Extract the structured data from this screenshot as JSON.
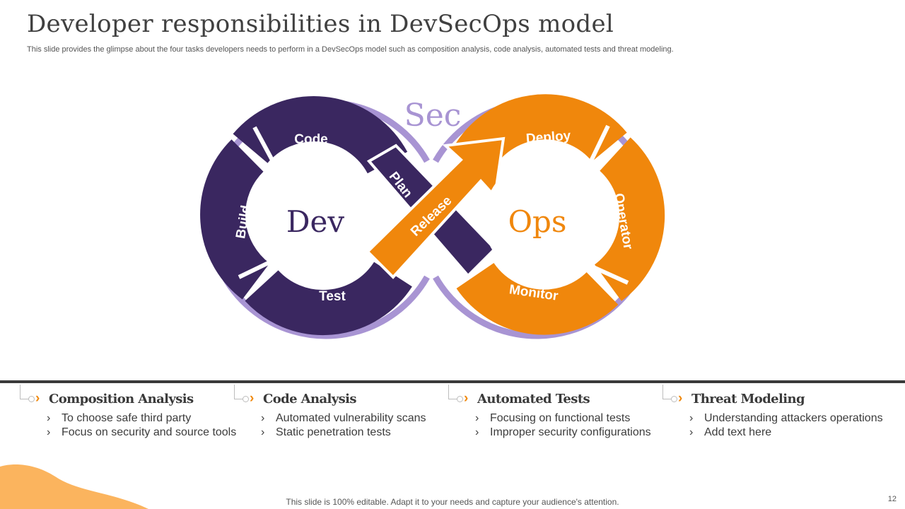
{
  "header": {
    "title": "Developer responsibilities in DevSecOps model",
    "subtitle": "This slide provides the glimpse about the four tasks developers needs to perform in a DevSecOps model such as composition analysis, code analysis, automated tests and threat modeling."
  },
  "diagram": {
    "top_label": "Sec",
    "left_center": "Dev",
    "right_center": "Ops",
    "left_segments": [
      "Code",
      "Build",
      "Test"
    ],
    "right_segments": [
      "Deploy",
      "Operator",
      "Monitor"
    ],
    "crossing_labels": [
      "Plan",
      "Release"
    ],
    "colors": {
      "purple_dark": "#3a2760",
      "purple_light": "#a894d3",
      "orange": "#f0870c",
      "background": "#ffffff"
    }
  },
  "columns": [
    {
      "heading": "Composition Analysis",
      "bullets": [
        "To choose safe third party",
        "Focus on security and source tools"
      ]
    },
    {
      "heading": "Code Analysis",
      "bullets": [
        "Automated vulnerability scans",
        "Static penetration tests"
      ]
    },
    {
      "heading": "Automated Tests",
      "bullets": [
        "Focusing on functional tests",
        "Improper security configurations"
      ]
    },
    {
      "heading": "Threat Modeling",
      "bullets": [
        "Understanding attackers operations",
        "Add text here"
      ]
    }
  ],
  "footer": {
    "text": "This slide is 100% editable. Adapt it to your needs and capture your audience's attention.",
    "page_number": "12"
  }
}
